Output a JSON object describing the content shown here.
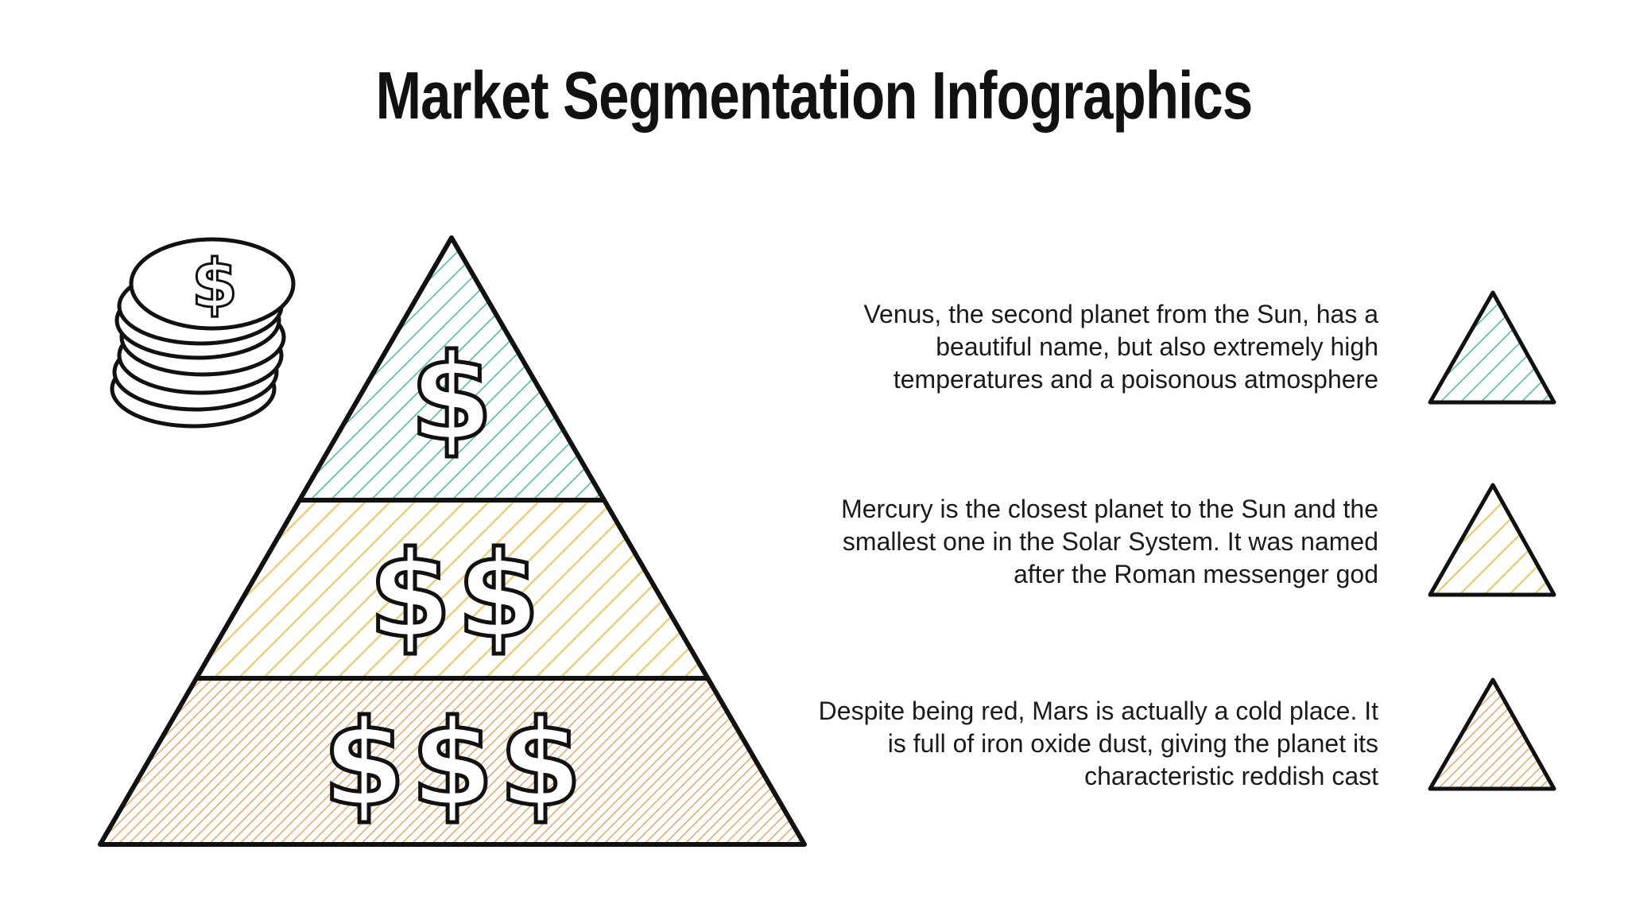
{
  "title": "Market Segmentation Infographics",
  "colors": {
    "teal": "#4db8a4",
    "yellow": "#e8cf7c",
    "orange": "#e39a52",
    "outline": "#111111"
  },
  "pyramid": {
    "levels": [
      {
        "symbol": "$",
        "count": 1,
        "color": "teal"
      },
      {
        "symbol": "$",
        "count": 2,
        "color": "yellow"
      },
      {
        "symbol": "$",
        "count": 3,
        "color": "orange"
      }
    ]
  },
  "coins_icon": "stack-of-coins-icon",
  "segments": [
    {
      "text": "Venus, the second planet from the Sun, has a beautiful name, but also extremely high temperatures and a poisonous atmosphere",
      "icon": "teal-triangle-icon"
    },
    {
      "text": "Mercury is the closest planet to the Sun and the smallest one in the Solar System. It was named after the Roman messenger god",
      "icon": "yellow-triangle-icon"
    },
    {
      "text": "Despite being red, Mars is actually a cold place. It is full of iron oxide dust, giving the planet its characteristic reddish cast",
      "icon": "orange-triangle-icon"
    }
  ]
}
